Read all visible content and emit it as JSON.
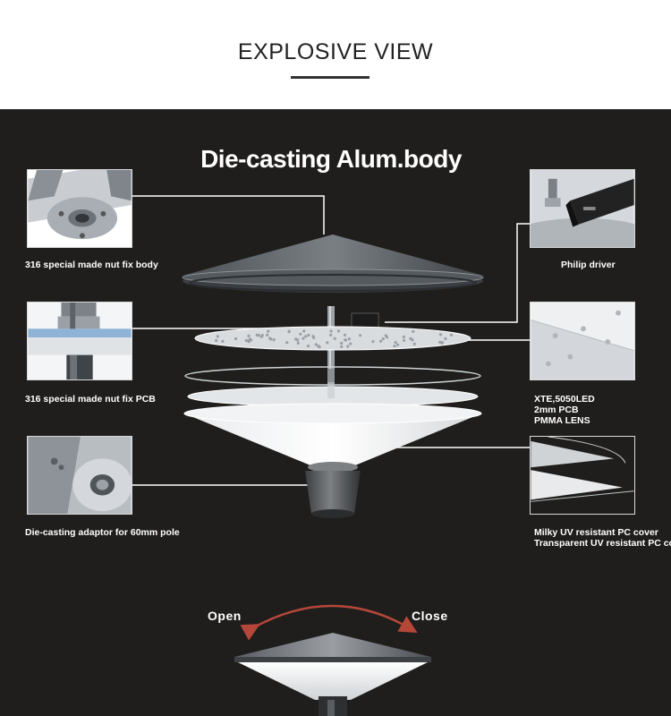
{
  "header": {
    "title": "EXPLOSIVE VIEW"
  },
  "panel": {
    "title": "Die-casting Alum.body",
    "parts": [
      {
        "label": "316 special made nut fix body"
      },
      {
        "label": "316 special made nut fix PCB"
      },
      {
        "label": "Die-casting adaptor for 60mm pole"
      },
      {
        "label": "Philip driver"
      },
      {
        "label_lines": [
          "XTE,5050LED",
          "2mm PCB",
          "PMMA LENS"
        ]
      },
      {
        "label_lines": [
          "Milky UV resistant PC cover",
          "Transparent UV resistant PC cover"
        ]
      }
    ],
    "motion": {
      "open": "Open",
      "close": "Close"
    }
  },
  "colors": {
    "background": "#1f1e1c",
    "leader_lines": "#ffffff",
    "arrow": "#b5473a",
    "header_text": "#222222"
  }
}
